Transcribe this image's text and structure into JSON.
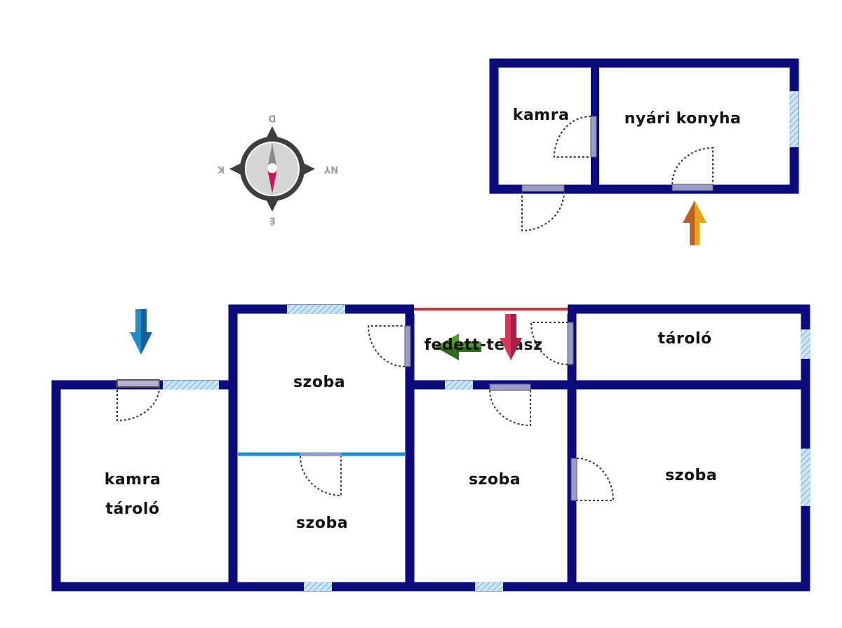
{
  "colors": {
    "wall": "#0b0b7c",
    "window": "#a7d0ec",
    "door_leaf": "#9c9cc8",
    "door_arc": "#333333",
    "interior_partition": "#1f8fc9",
    "terrace_edge": "#cc3344",
    "arrow_entry_top": "#e8a321",
    "arrow_entry_left": "#1f7fc9",
    "arrow_terrace": "#d9365c",
    "arrow_terrace_green": "#4f9a27"
  },
  "compass": {
    "north": "É",
    "south": "D",
    "east": "K",
    "west": "NY"
  },
  "outbuilding": {
    "kamra": "kamra",
    "kitchen": "nyári konyha"
  },
  "house": {
    "kamra_line1": "kamra",
    "kamra_line2": "tároló",
    "room_top_left": "szoba",
    "room_bottom_left": "szoba",
    "room_middle": "szoba",
    "room_right": "szoba",
    "terrace": "fedett-terasz",
    "storage": "tároló"
  }
}
